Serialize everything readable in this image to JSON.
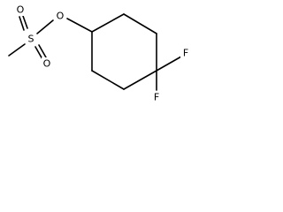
{
  "molecule": {
    "atoms": {
      "sulfur": "S",
      "oxygen_ester": "O",
      "oxygen_double_top": "O",
      "oxygen_double_bottom": "O",
      "fluorine_right": "F",
      "fluorine_bottom": "F"
    },
    "colors": {
      "bond": "#000000",
      "label": "#000000",
      "background": "#ffffff"
    }
  }
}
